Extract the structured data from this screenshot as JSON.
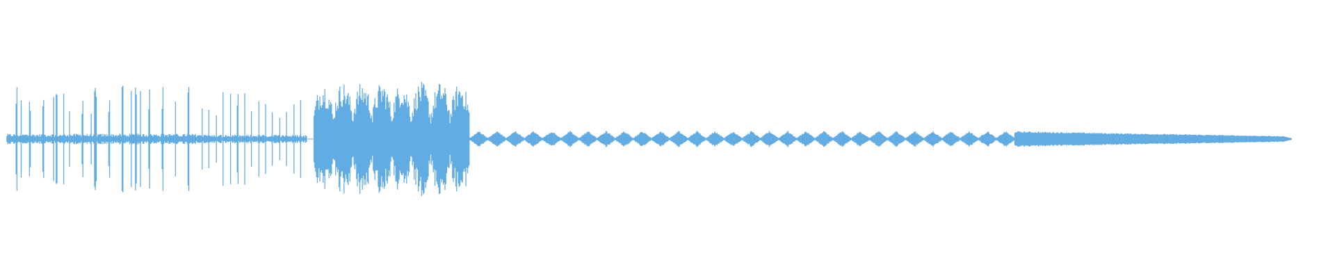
{
  "waveform": {
    "color": "#62ACE4",
    "background": "#ffffff",
    "segments": [
      {
        "kind": "sparse_spikes",
        "t_start": 0.0,
        "t_end": 0.15,
        "peak": 0.52,
        "base": 0.05
      },
      {
        "kind": "sparse_spikes",
        "t_start": 0.15,
        "t_end": 0.23,
        "peak": 0.45,
        "base": 0.04
      },
      {
        "kind": "dense_bursts",
        "t_start": 0.235,
        "t_end": 0.352,
        "peak": 0.55,
        "base": 0.2
      },
      {
        "kind": "pulse_train",
        "t_start": 0.352,
        "t_end": 0.76,
        "peak": 0.08,
        "base": 0.01
      },
      {
        "kind": "tapering_hum",
        "t_start": 0.76,
        "t_end": 0.97,
        "peak": 0.07,
        "base": 0.005
      }
    ]
  }
}
